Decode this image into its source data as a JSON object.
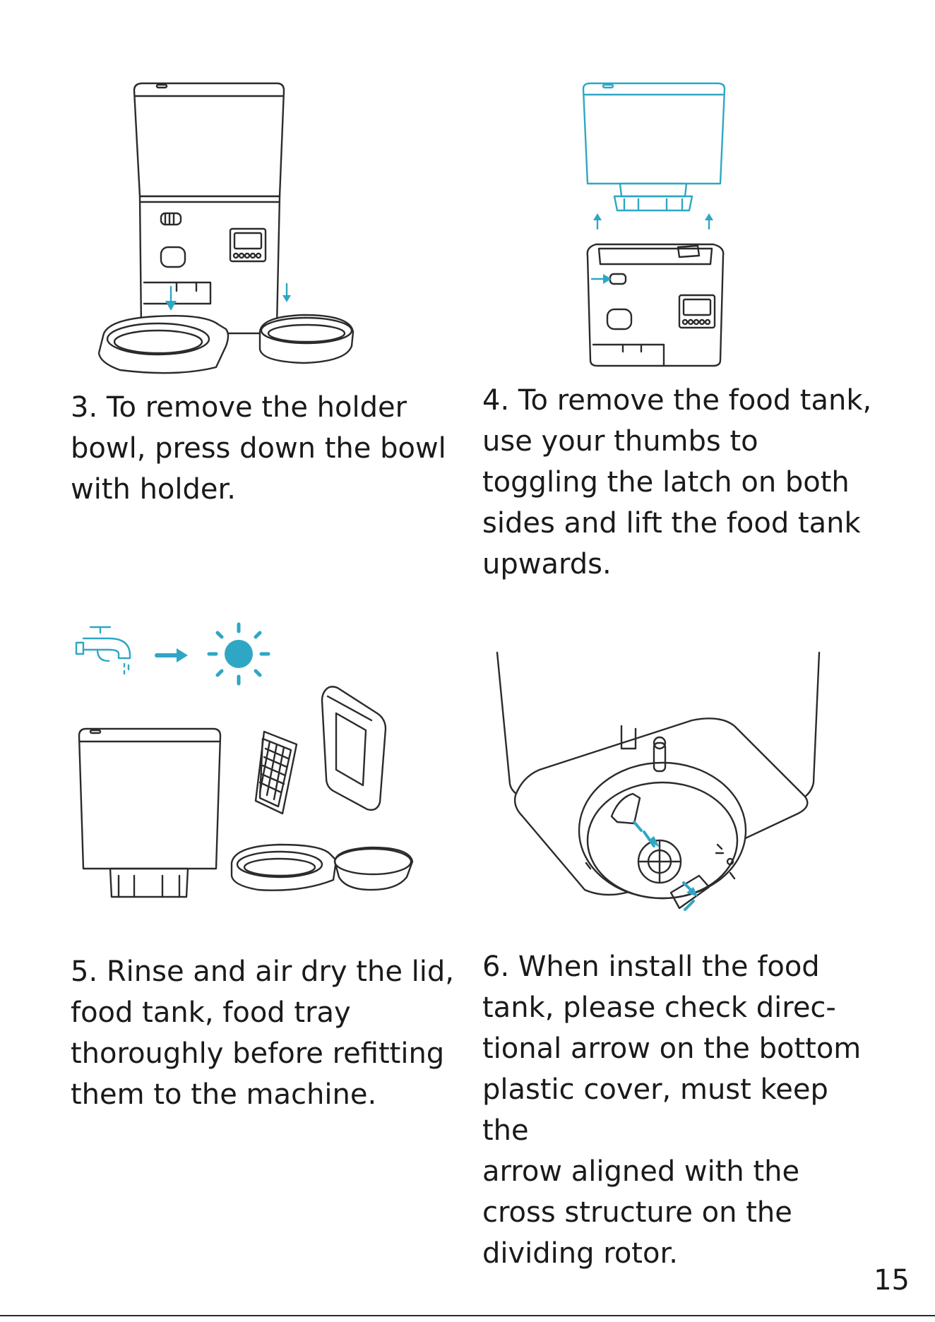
{
  "steps": [
    {
      "text": "3. To remove the holder\nbowl, press down the bowl\nwith holder."
    },
    {
      "text": "4. To remove the food tank,\nuse your thumbs to\ntoggling the latch on both\nsides and lift the food tank\nupwards."
    },
    {
      "text": "5. Rinse and air dry the lid,\nfood tank, food tray\nthoroughly before refitting\nthem to the machine."
    },
    {
      "text": "6. When install the food\ntank, please check direc-\ntional arrow on the bottom\nplastic cover, must keep the\narrow aligned with the\ncross structure on the\ndividing rotor."
    }
  ],
  "page_number": "15",
  "colors": {
    "accent": "#2ea7c4",
    "line": "#2b2b2b"
  }
}
